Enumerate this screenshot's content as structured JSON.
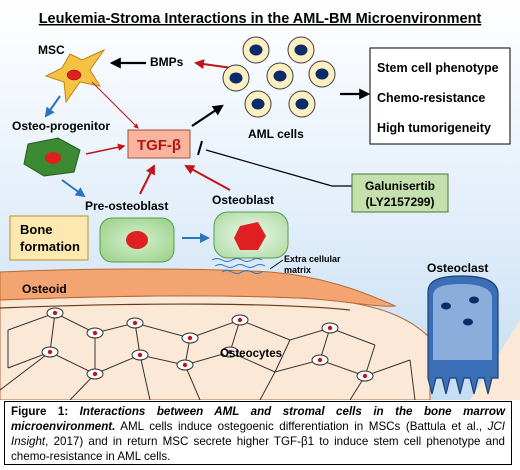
{
  "title": "Leukemia-Stroma Interactions in the AML-BM Microenvironment",
  "labels": {
    "msc": "MSC",
    "bmps": "BMPs",
    "osteo_progenitor": "Osteo-progenitor",
    "tgf_beta": "TGF-β",
    "aml_cells": "AML cells",
    "pre_osteoblast": "Pre-osteoblast",
    "osteoblast": "Osteoblast",
    "bone_formation_1": "Bone",
    "bone_formation_2": "formation",
    "extracellular_1": "Extra cellular",
    "extracellular_2": "matrix",
    "osteoid": "Osteoid",
    "osteoclast": "Osteoclast",
    "osteocytes": "Osteocytes",
    "galunisertib_1": "Galunisertib",
    "galunisertib_2": "(LY2157299)"
  },
  "outcomes": [
    "Stem cell phenotype",
    "Chemo-resistance",
    "High tumorigeneity"
  ],
  "caption": {
    "figure_label": "Figure 1:",
    "title_bold": "Interactions between AML and stromal cells in the bone marrow microenvironment.",
    "text_1": "AML cells induce ostegoenic differentiation in MSCs (Battula et al.,",
    "journal": "JCI Insight",
    "text_2": ", 2017) and in return MSC secrete higher TGF-β1 to induce stem cell phenotype and chemo-resistance in AML cells."
  },
  "colors": {
    "background_top": "#ffffff",
    "background_bottom": "#c9e2f6",
    "msc_cell": "#f6c244",
    "cell_nucleus": "#e02020",
    "aml_cell": "#fdf0c0",
    "aml_nucleus": "#0d2a6a",
    "tgf_box": "#f8b49c",
    "galunisertib_box": "#c3e0ad",
    "osteoid": "#f4a470",
    "bone": "#fbe8d6",
    "osteoclast": "#3a6fb8",
    "bone_formation_box": "#fde9b0",
    "red_arrow": "#c0161a",
    "blue_arrow": "#2a74c0"
  },
  "icons": [
    "msc-star-cell",
    "aml-cell-cluster",
    "osteoclast-cell",
    "osteocyte-network"
  ]
}
